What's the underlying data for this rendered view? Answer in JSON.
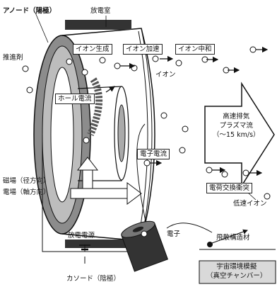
{
  "labels": {
    "anode": "アノード（陽極）",
    "discharge_chamber": "放電室",
    "propellant": "推進剤",
    "ionization": "イオン生成",
    "ion_acceleration": "イオン加速",
    "ion_neutralization": "イオン中和",
    "hall_current": "ホール電流",
    "ion": "イオン",
    "high_speed_exhaust": "高速排気\nプラズマ流\n（～15 km/s）",
    "electron_current": "電子電流",
    "magnetic_field_radial": "磁場（径方向）",
    "electric_field_axial": "電場（軸方向）",
    "charge_exchange": "電荷交換衝突",
    "slow_ion": "低速イオン",
    "discharge_power": "放電電源",
    "electron": "電子",
    "backflow_deposit": "飛散構造材",
    "vacuum_chamber": "宇宙環境模擬\n（真空チャンバー）",
    "cathode": "カソード（陰極）"
  },
  "colors": {
    "ink": "#1a1a1a",
    "gray_ring": "#8c8c8c",
    "light_gray": "#d9d9d9",
    "dark": "#333333"
  }
}
